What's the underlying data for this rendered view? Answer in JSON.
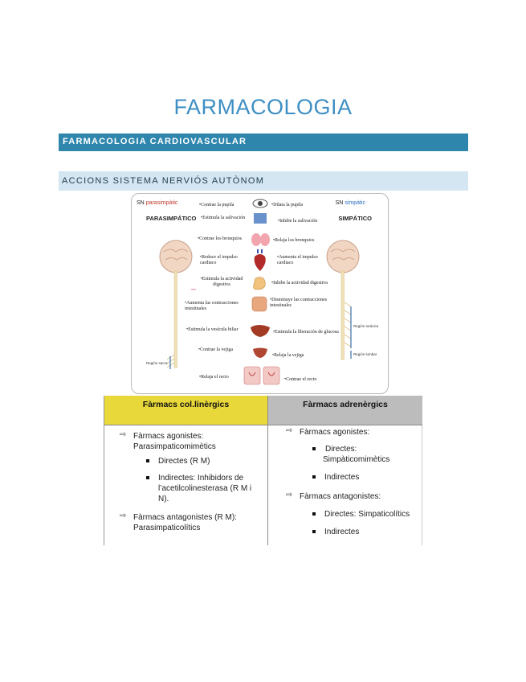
{
  "page": {
    "title": "FARMACOLOGIA",
    "section_heading": "FARMACOLOGIA CARDIOVASCULAR",
    "subsection_heading": "ACCIONS SISTEMA NERVIÓS AUTÒNOM"
  },
  "figure": {
    "sn_prefix": "SN",
    "sn_left_suffix": "parasimpàtic",
    "sn_right_suffix": "simpàtic",
    "left_title": "PARASIMPÁTICO",
    "right_title": "SIMPÁTICO",
    "left_effects": [
      "•Contrae  la pupila",
      "•Estimula la salivación",
      "•Contrae los bronquios",
      "•Reduce el impulso cardiaco",
      "•Estimula la actividad digestiva",
      "•Aumenta  las contracciones intestinales",
      "•Estimula la vesícula biliar",
      "•Contrae la vejiga",
      "•Relaja el recto"
    ],
    "right_effects": [
      "•Dilata la pupila",
      "•Inhibe la salivación",
      "•Relaja los bronquios",
      "•Aumenta el impulso cardiaco",
      "•Inhibe la actividad digestiva",
      "•Disminuye las contracciones intestinales",
      "•Estimula la liberación de glucosa",
      "•Relaja la vejiga",
      "•Contrae el recto"
    ],
    "region_sacra": "Región sacra",
    "region_toracica": "Región torácica",
    "region_lumbar": "Región lumbar"
  },
  "table": {
    "col1_header": "Fàrmacs col.linèrgics",
    "col2_header": "Fàrmacs adrenèrgics",
    "col1": {
      "agonists_line1": "Fàrmacs agonistes:",
      "agonists_line2": "Parasimpaticomimètics",
      "direct": "Directes (R M)",
      "indirect_line1": "Indirectes: Inhibidors de",
      "indirect_line2": "l’acetilcolinesterasa (R M i",
      "indirect_line3": "N).",
      "antagonists_line1": "Fàrmacs antagonistes (R M):",
      "antagonists_line2": "Parasimpaticolítics"
    },
    "col2": {
      "agonists": "Fàrmacs agonistes:",
      "direct_line1": "Directes:",
      "direct_line2": "Simpàticomimètics",
      "indirect": "Indirectes",
      "antagonists": "Fàrmacs antagonistes:",
      "antagonist_direct": "Directes: Simpaticolítics",
      "antagonist_indirect": "Indirectes"
    }
  },
  "icons": {
    "arrow": "⇨"
  },
  "colors": {
    "title": "#3e8fc4",
    "section_bar": "#2e86ad",
    "subsection_bar": "#d3e6f1",
    "col1_header_bg": "#e8d83a",
    "col2_header_bg": "#bcbcbc"
  }
}
